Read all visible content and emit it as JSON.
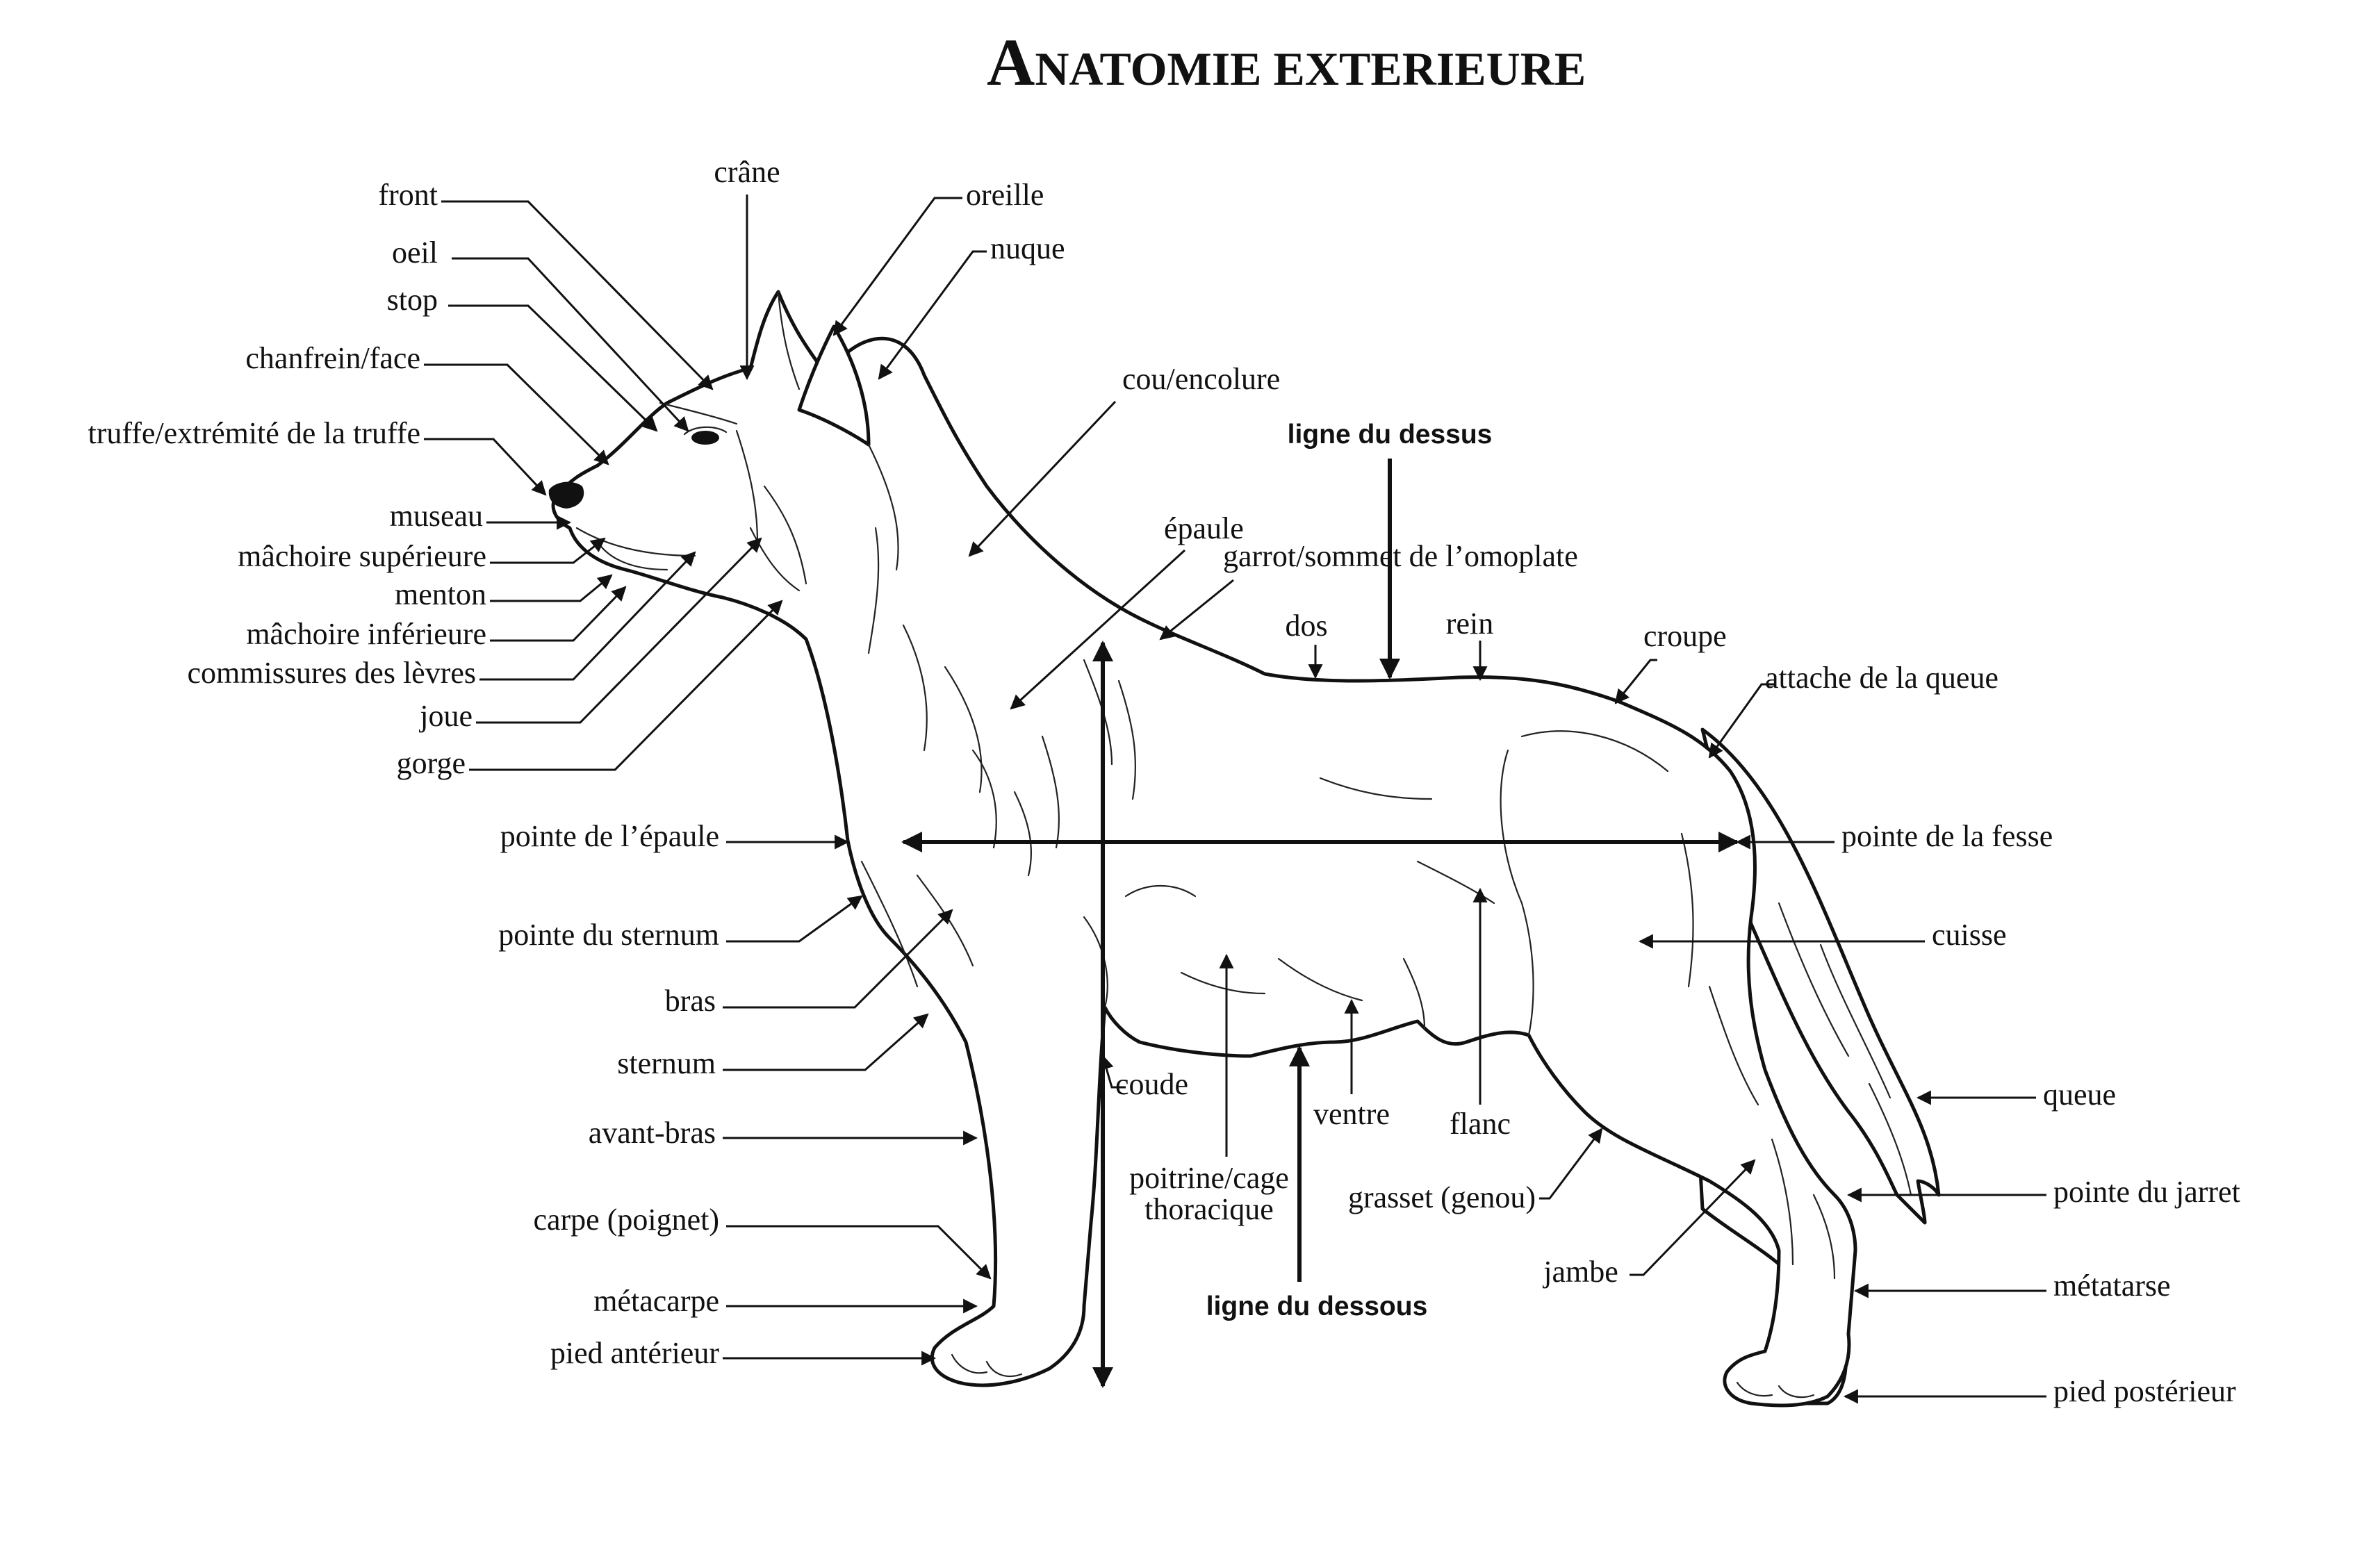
{
  "title": {
    "initial": "A",
    "rest": "NATOMIE EXTERIEURE"
  },
  "labels": {
    "front": "front",
    "oeil": "oeil",
    "stop": "stop",
    "chanfrein": "chanfrein/face",
    "truffe": "truffe/extrémité de la truffe",
    "museau": "museau",
    "machoire_sup": "mâchoire supérieure",
    "menton": "menton",
    "machoire_inf": "mâchoire inférieure",
    "commissures": "commissures des lèvres",
    "joue": "joue",
    "gorge": "gorge",
    "crane": "crâne",
    "oreille": "oreille",
    "nuque": "nuque",
    "cou": "cou/encolure",
    "ligne_dessus": "ligne du dessus",
    "epaule": "épaule",
    "garrot": "garrot/sommet de l’omoplate",
    "dos": "dos",
    "rein": "rein",
    "croupe": "croupe",
    "attache_queue": "attache de la queue",
    "pointe_epaule": "pointe de l’épaule",
    "pointe_fesse": "pointe de la fesse",
    "pointe_sternum": "pointe du sternum",
    "cuisse": "cuisse",
    "bras": "bras",
    "sternum": "sternum",
    "coude": "coude",
    "ventre": "ventre",
    "flanc": "flanc",
    "queue": "queue",
    "avant_bras": "avant-bras",
    "poitrine_1": "poitrine/cage",
    "poitrine_2": "thoracique",
    "grasset": "grasset (genou)",
    "pointe_jarret": "pointe du jarret",
    "carpe": "carpe (poignet)",
    "jambe": "jambe",
    "metatarse": "métatarse",
    "metacarpe": "métacarpe",
    "ligne_dessous": "ligne du dessous",
    "pied_anterieur": "pied antérieur",
    "pied_posterieur": "pied postérieur"
  }
}
